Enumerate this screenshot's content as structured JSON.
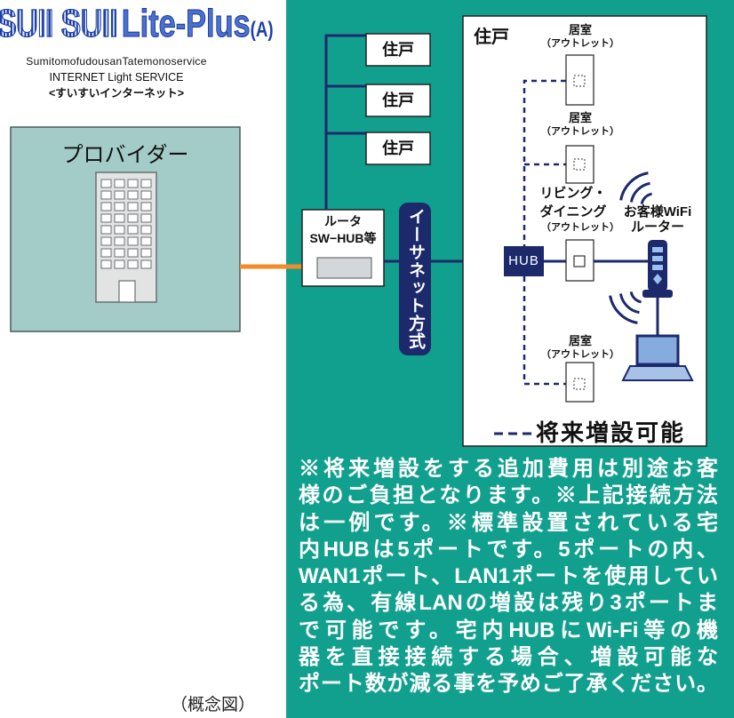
{
  "logo": {
    "brand_mark": "SUII SUII",
    "brand_name": "Lite-Plus",
    "brand_variant": "(A)",
    "company": "SumitomofudousanTatemonoservice",
    "service": "INTERNET Light SERVICE",
    "tagline": "<すいすいインターネット>"
  },
  "provider": {
    "title": "プロバイダー"
  },
  "router": {
    "name": "ルータ",
    "model": "SW−HUB等"
  },
  "units": [
    {
      "label": "住戸"
    },
    {
      "label": "住戸"
    },
    {
      "label": "住戸"
    }
  ],
  "connection_method": "イーサネット方式",
  "residence": {
    "title": "住戸",
    "hub": "HUB",
    "outlets": [
      {
        "room": "居室",
        "kind": "（アウトレット）"
      },
      {
        "room": "居室",
        "kind": "（アウトレット）"
      },
      {
        "room_lines": [
          "リビング・",
          "ダイニング"
        ],
        "kind": "（アウトレット）"
      },
      {
        "room": "居室",
        "kind": "（アウトレット）"
      }
    ],
    "wifi_router": {
      "line1": "お客様WiFi",
      "line2": "ルーター"
    }
  },
  "legend": {
    "future_expansion": "将来増設可能"
  },
  "notes": [
    "※将来増設をする追加費用は別途お客",
    "様のご負担となります。※上記接続方法",
    "は一例です。※標準設置されている宅",
    "内HUBは5ポートです。5ポートの内、",
    "WAN1ポート、LAN1ポートを使用してい",
    "る為、有線LANの増設は残り3ポートま",
    "で可能です。宅内HUBにWi-Fi等の機",
    "器を直接接続する場合、増設可能な",
    "ポート数が減る事を予めご了承ください。"
  ],
  "caption": "（概念図）",
  "icons": {
    "provider": "building-icon",
    "wifi_router": "wifi-router-icon",
    "wifi_signal": "wifi-signal-icon",
    "client": "laptop-icon"
  },
  "colors": {
    "panel_teal": "#12a08e",
    "navy": "#1c2a6c",
    "provider_fill": "#a3ccc8",
    "uplink_orange": "#f28c28",
    "logo_blue": "#1d40a8"
  }
}
